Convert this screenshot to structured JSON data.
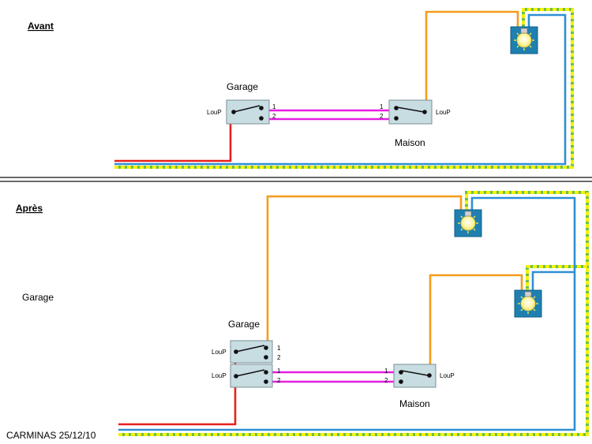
{
  "sections": {
    "before_title": "Avant",
    "after_title": "Après"
  },
  "labels": {
    "garage": "Garage",
    "maison": "Maison",
    "side_garage": "Garage",
    "switch_tag": "LouP",
    "terminal_1": "1",
    "terminal_2": "2"
  },
  "footer": {
    "author_date": "CARMINAS 25/12/10"
  },
  "wire_colors": {
    "phase": "#e8201c",
    "traveler": "#e51ee0",
    "switched_return": "#f59c1a",
    "neutral": "#2f8fd6",
    "earth_yellow": "#f2f20a",
    "earth_green": "#6cc04a"
  },
  "device_colors": {
    "switch_body": "#c7dde2",
    "lamp_box": "#1f80b0",
    "lamp_bulb": "#fff5a0"
  }
}
